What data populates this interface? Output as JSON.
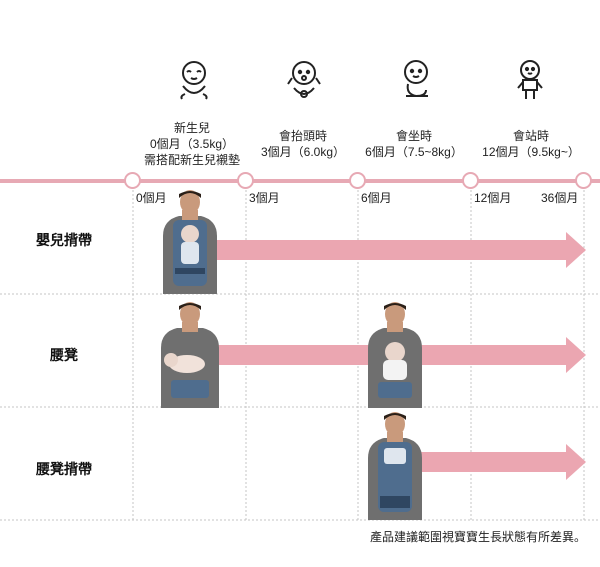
{
  "stages": [
    {
      "lines": [
        "新生兒",
        "0個月（3.5kg）",
        "需搭配新生兒襯墊"
      ],
      "icon": "newborn-baby-icon"
    },
    {
      "lines": [
        "會抬頭時",
        "3個月（6.0kg）"
      ],
      "icon": "head-lifting-baby-icon"
    },
    {
      "lines": [
        "會坐時",
        "6個月（7.5~8kg）"
      ],
      "icon": "sitting-baby-icon"
    },
    {
      "lines": [
        "會站時",
        "12個月（9.5kg~）"
      ],
      "icon": "standing-baby-icon"
    }
  ],
  "ages": [
    "0個月",
    "3個月",
    "6個月",
    "12個月",
    "36個月"
  ],
  "rows": [
    {
      "title": "嬰兒揹帶",
      "carry": "infant-carrier-photo"
    },
    {
      "title": "腰凳",
      "carry": "hip-seat-photo"
    },
    {
      "title": "腰凳揹帶",
      "carry": "hip-seat-carrier-photo"
    }
  ],
  "note": "產品建議範圍視寶寶生長狀態有所差異。",
  "colors": {
    "accent": "#e7a9b4",
    "arrow": "#eba6b1",
    "denim": "#4f6d8e",
    "grid": "#bbbbbb"
  }
}
